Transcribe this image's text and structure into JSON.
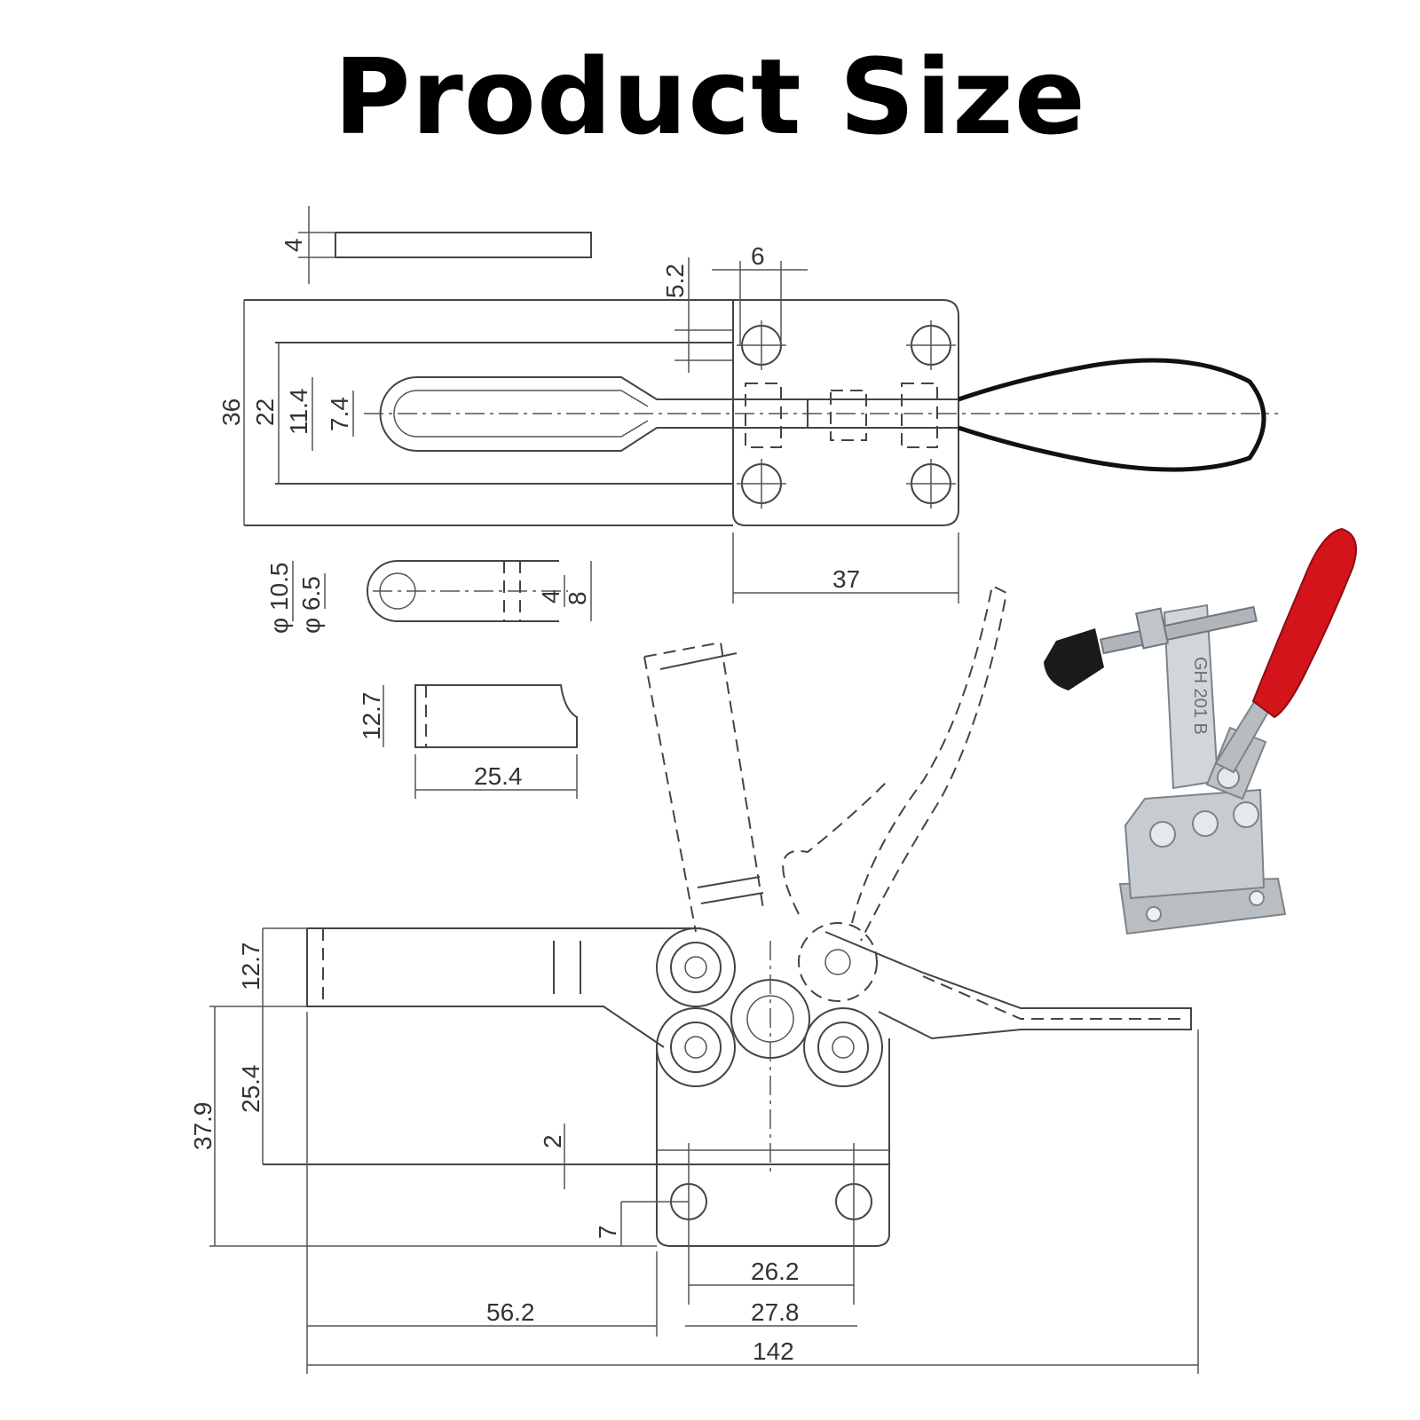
{
  "title": "Product Size",
  "dimensions": {
    "top_thickness": "4",
    "hole_spacing_top": "6",
    "hole_dia_top": "5.2",
    "base_width": "36",
    "slot_outer": "22",
    "slot_width": "11.4",
    "slot_inner": "7.4",
    "base_length_top": "37",
    "bar_outer_dia": "φ 10.5",
    "bar_inner_dia": "φ 6.5",
    "bar_slot": "4",
    "bar_width": "8",
    "arm_height": "12.7",
    "arm_length": "25.4",
    "side_arm_height": "12.7",
    "side_body": "25.4",
    "total_height": "37.9",
    "base_thickness": "2",
    "hole_offset": "7",
    "hole_spacing_a": "26.2",
    "hole_spacing_b": "27.8",
    "front_length": "56.2",
    "total_length": "142"
  },
  "product_photo": {
    "icon": "toggle-clamp-photo",
    "arm_color": "#c4c8cc",
    "handle_color": "#d3141b",
    "pad_color": "#1a1a1a",
    "marking": "GH 201 B"
  }
}
